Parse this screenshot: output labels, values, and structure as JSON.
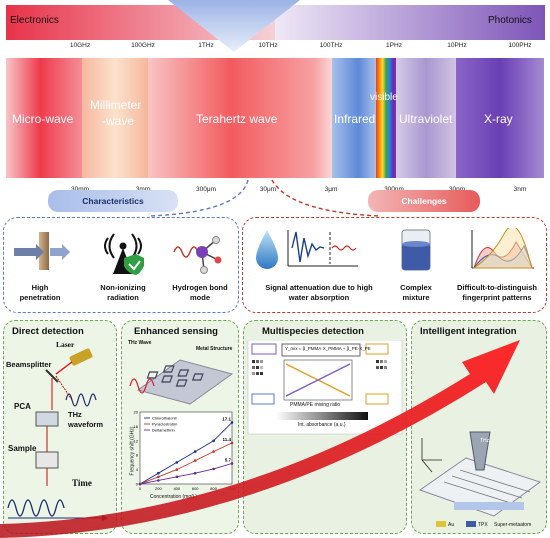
{
  "header": {
    "left": "Electronics",
    "right": "Photonics"
  },
  "frequencies": [
    "10GHz",
    "100GHz",
    "1THz",
    "10THz",
    "100THz",
    "1PHz",
    "10PHz",
    "100PHz"
  ],
  "wavelengths": [
    "30mm",
    "3mm",
    "300μm",
    "30μm",
    "3μm",
    "300nm",
    "30nm",
    "3nm"
  ],
  "spectrum": {
    "microwave": "Micro-wave",
    "mmwave_1": "Millimeter",
    "mmwave_2": "-wave",
    "thz": "Terahertz wave",
    "infrared": "Infrared",
    "visible": "visible",
    "uv": "Ultraviolet",
    "xray": "X-ray"
  },
  "characteristics": {
    "title": "Characteristics",
    "items": [
      {
        "line1": "High",
        "line2": "penetration"
      },
      {
        "line1": "Non-ionizing",
        "line2": "radiation"
      },
      {
        "line1": "Hydrogen bond",
        "line2": "mode"
      }
    ]
  },
  "challenges": {
    "title": "Challenges",
    "items": [
      {
        "line1": "Signal attenuation due to high",
        "line2": "water absorption"
      },
      {
        "line1": "Complex",
        "line2": "mixture"
      },
      {
        "line1": "Difficult-to-distinguish",
        "line2": "fingerprint patterns"
      }
    ]
  },
  "panels": {
    "direct": {
      "title": "Direct detection",
      "laser": "Laser",
      "beamsplitter": "Beamsplitter",
      "pca": "PCA",
      "thz_1": "THz",
      "thz_2": "waveform",
      "sample": "Sample",
      "time": "Time"
    },
    "sensing": {
      "title": "Enhanced sensing",
      "thz_wave": "THz Wave",
      "metal": "Metal Structure",
      "xlabel": "Concentration (mg/L)",
      "ylabel": "Frequency shift (GHz)"
    },
    "multi": {
      "title": "Multispecies detection",
      "mixing": "PMMA/PE mixing ratio",
      "absorb": "Int. absorbance (a.u.)",
      "equation": "Y_mix = β_PMMA·X_PMMA + β_PE·X_PE"
    },
    "intelligent": {
      "title": "Intelligent integration",
      "thz": "THz",
      "au": "Au",
      "tpx": "TPX",
      "meta": "Super-metaatom"
    }
  },
  "chart_data": {
    "type": "line",
    "series": [
      {
        "name": "Chlorothalonil",
        "values": [
          0,
          3,
          6,
          9,
          12,
          17.1
        ],
        "color": "#1a2fa0"
      },
      {
        "name": "Pyraclostrobin",
        "values": [
          0,
          2,
          4,
          6.5,
          9,
          11.4
        ],
        "color": "#c0392b"
      },
      {
        "name": "Deltamethrin",
        "values": [
          0,
          1,
          2,
          3,
          4.2,
          5.7
        ],
        "color": "#6b2a8f"
      }
    ],
    "x": [
      0,
      200,
      400,
      600,
      800,
      1000
    ],
    "x_ticks": [
      "0",
      "200",
      "400",
      "600",
      "800",
      "1000"
    ],
    "y_ticks": [
      "0",
      "4",
      "8",
      "12",
      "16",
      "20"
    ],
    "end_labels": [
      "17.1",
      "11.4",
      "5.7"
    ],
    "ylim": [
      0,
      20
    ],
    "xlabel": "Concentration (mg/L)",
    "ylabel": "Frequency shift (GHz)"
  }
}
